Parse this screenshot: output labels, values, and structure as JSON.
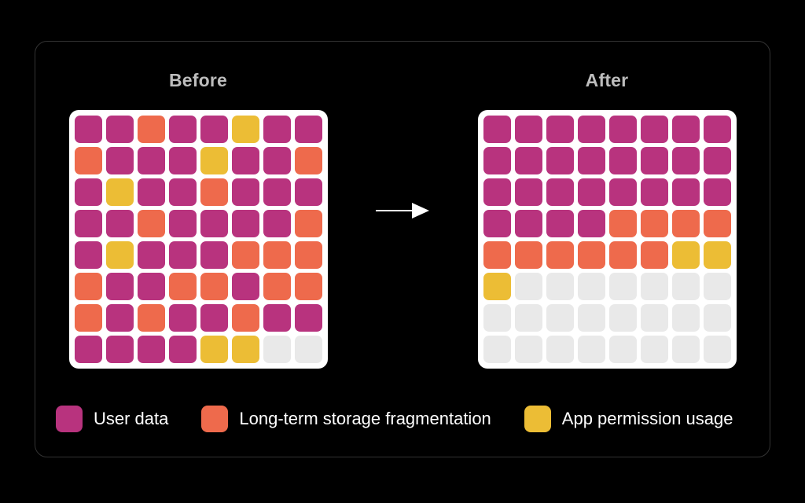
{
  "panel": {
    "background_color": "#000000",
    "border_color": "#333333"
  },
  "columns": [
    {
      "title": "Before"
    },
    {
      "title": "After"
    }
  ],
  "arrow": {
    "icon": "arrow-right-icon",
    "color": "#ffffff"
  },
  "palette": {
    "pink": "#b8337e",
    "orange": "#ee6a4c",
    "yellow": "#ecbd35",
    "empty": "#e9e9e9",
    "card": "#ffffff",
    "title": "#bdbdbd",
    "label": "#ffffff"
  },
  "legend": [
    {
      "color_key": "pink",
      "color": "#b8337e",
      "label": "User data"
    },
    {
      "color_key": "orange",
      "color": "#ee6a4c",
      "label": "Long-term storage fragmentation"
    },
    {
      "color_key": "yellow",
      "color": "#ecbd35",
      "label": "App permission usage"
    }
  ],
  "chart_data": {
    "type": "heatmap",
    "title": "",
    "subtitle": "",
    "xlabel": "",
    "ylabel": "",
    "grid": true,
    "legend_position": "bottom-left",
    "rows": 8,
    "cols": 8,
    "categories": [
      "User data",
      "Long-term storage fragmentation",
      "App permission usage"
    ],
    "category_keys": [
      "pink",
      "orange",
      "yellow"
    ],
    "value_colors": {
      "pink": "#b8337e",
      "orange": "#ee6a4c",
      "yellow": "#ecbd35",
      "empty": "#e9e9e9"
    },
    "panels": [
      {
        "name": "Before",
        "cells": [
          [
            "pink",
            "pink",
            "orange",
            "pink",
            "pink",
            "yellow",
            "pink",
            "pink"
          ],
          [
            "orange",
            "pink",
            "pink",
            "pink",
            "yellow",
            "pink",
            "pink",
            "orange"
          ],
          [
            "pink",
            "yellow",
            "pink",
            "pink",
            "orange",
            "pink",
            "pink",
            "pink"
          ],
          [
            "pink",
            "pink",
            "orange",
            "pink",
            "pink",
            "pink",
            "pink",
            "orange"
          ],
          [
            "pink",
            "yellow",
            "pink",
            "pink",
            "pink",
            "orange",
            "orange",
            "orange"
          ],
          [
            "orange",
            "pink",
            "pink",
            "orange",
            "orange",
            "pink",
            "orange",
            "orange"
          ],
          [
            "orange",
            "pink",
            "orange",
            "pink",
            "pink",
            "orange",
            "pink",
            "pink"
          ],
          [
            "pink",
            "pink",
            "pink",
            "pink",
            "yellow",
            "yellow",
            "empty",
            "empty"
          ]
        ],
        "counts": {
          "pink": 38,
          "orange": 18,
          "yellow": 6,
          "empty": 2
        }
      },
      {
        "name": "After",
        "cells": [
          [
            "pink",
            "pink",
            "pink",
            "pink",
            "pink",
            "pink",
            "pink",
            "pink"
          ],
          [
            "pink",
            "pink",
            "pink",
            "pink",
            "pink",
            "pink",
            "pink",
            "pink"
          ],
          [
            "pink",
            "pink",
            "pink",
            "pink",
            "pink",
            "pink",
            "pink",
            "pink"
          ],
          [
            "pink",
            "pink",
            "pink",
            "pink",
            "orange",
            "orange",
            "orange",
            "orange"
          ],
          [
            "orange",
            "orange",
            "orange",
            "orange",
            "orange",
            "orange",
            "yellow",
            "yellow"
          ],
          [
            "yellow",
            "empty",
            "empty",
            "empty",
            "empty",
            "empty",
            "empty",
            "empty"
          ],
          [
            "empty",
            "empty",
            "empty",
            "empty",
            "empty",
            "empty",
            "empty",
            "empty"
          ],
          [
            "empty",
            "empty",
            "empty",
            "empty",
            "empty",
            "empty",
            "empty",
            "empty"
          ]
        ],
        "counts": {
          "pink": 28,
          "orange": 10,
          "yellow": 3,
          "empty": 23
        }
      }
    ]
  }
}
